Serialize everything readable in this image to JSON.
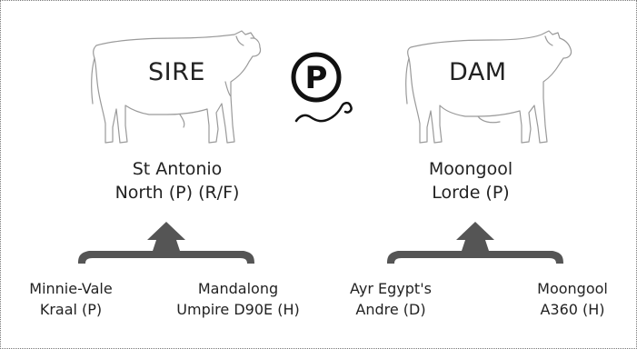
{
  "sire": {
    "label": "SIRE",
    "name_line1": "St Antonio",
    "name_line2": "North (P) (R/F)",
    "sire_parent": {
      "line1": "Minnie-Vale",
      "line2": "Kraal (P)"
    },
    "dam_parent": {
      "line1": "Mandalong",
      "line2": "Umpire D90E (H)"
    }
  },
  "dam": {
    "label": "DAM",
    "name_line1": "Moongool",
    "name_line2": "Lorde (P)",
    "sire_parent": {
      "line1": "Ayr Egypt's",
      "line2": "Andre (D)"
    },
    "dam_parent": {
      "line1": "Moongool",
      "line2": "A360 (H)"
    }
  },
  "emblem": {
    "letter": "P",
    "icon": "polled-emblem-icon"
  },
  "colors": {
    "text": "#222222",
    "arrow": "#555555",
    "outline": "#9a9a9a"
  }
}
